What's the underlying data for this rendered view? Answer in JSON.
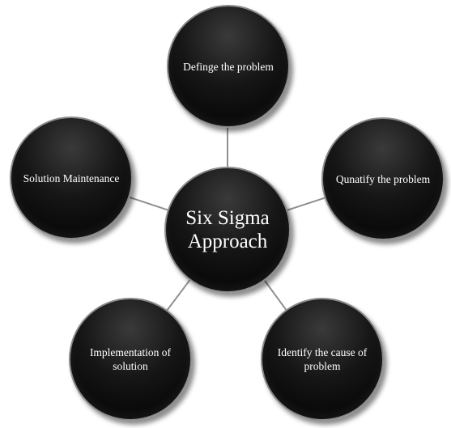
{
  "diagram": {
    "center": {
      "label": "Six Sigma Approach"
    },
    "nodes": [
      {
        "id": "top",
        "label": "Definge the problem"
      },
      {
        "id": "right",
        "label": "Qunatify the problem"
      },
      {
        "id": "bottom-right",
        "label": "Identify the cause of problem"
      },
      {
        "id": "bottom-left",
        "label": "Implementation of solution"
      },
      {
        "id": "left",
        "label": "Solution Maintenance"
      }
    ],
    "colors": {
      "node_fill": "#000000",
      "node_border": "#8a8a8a",
      "text": "#ffffff",
      "connector": "#909090"
    }
  }
}
